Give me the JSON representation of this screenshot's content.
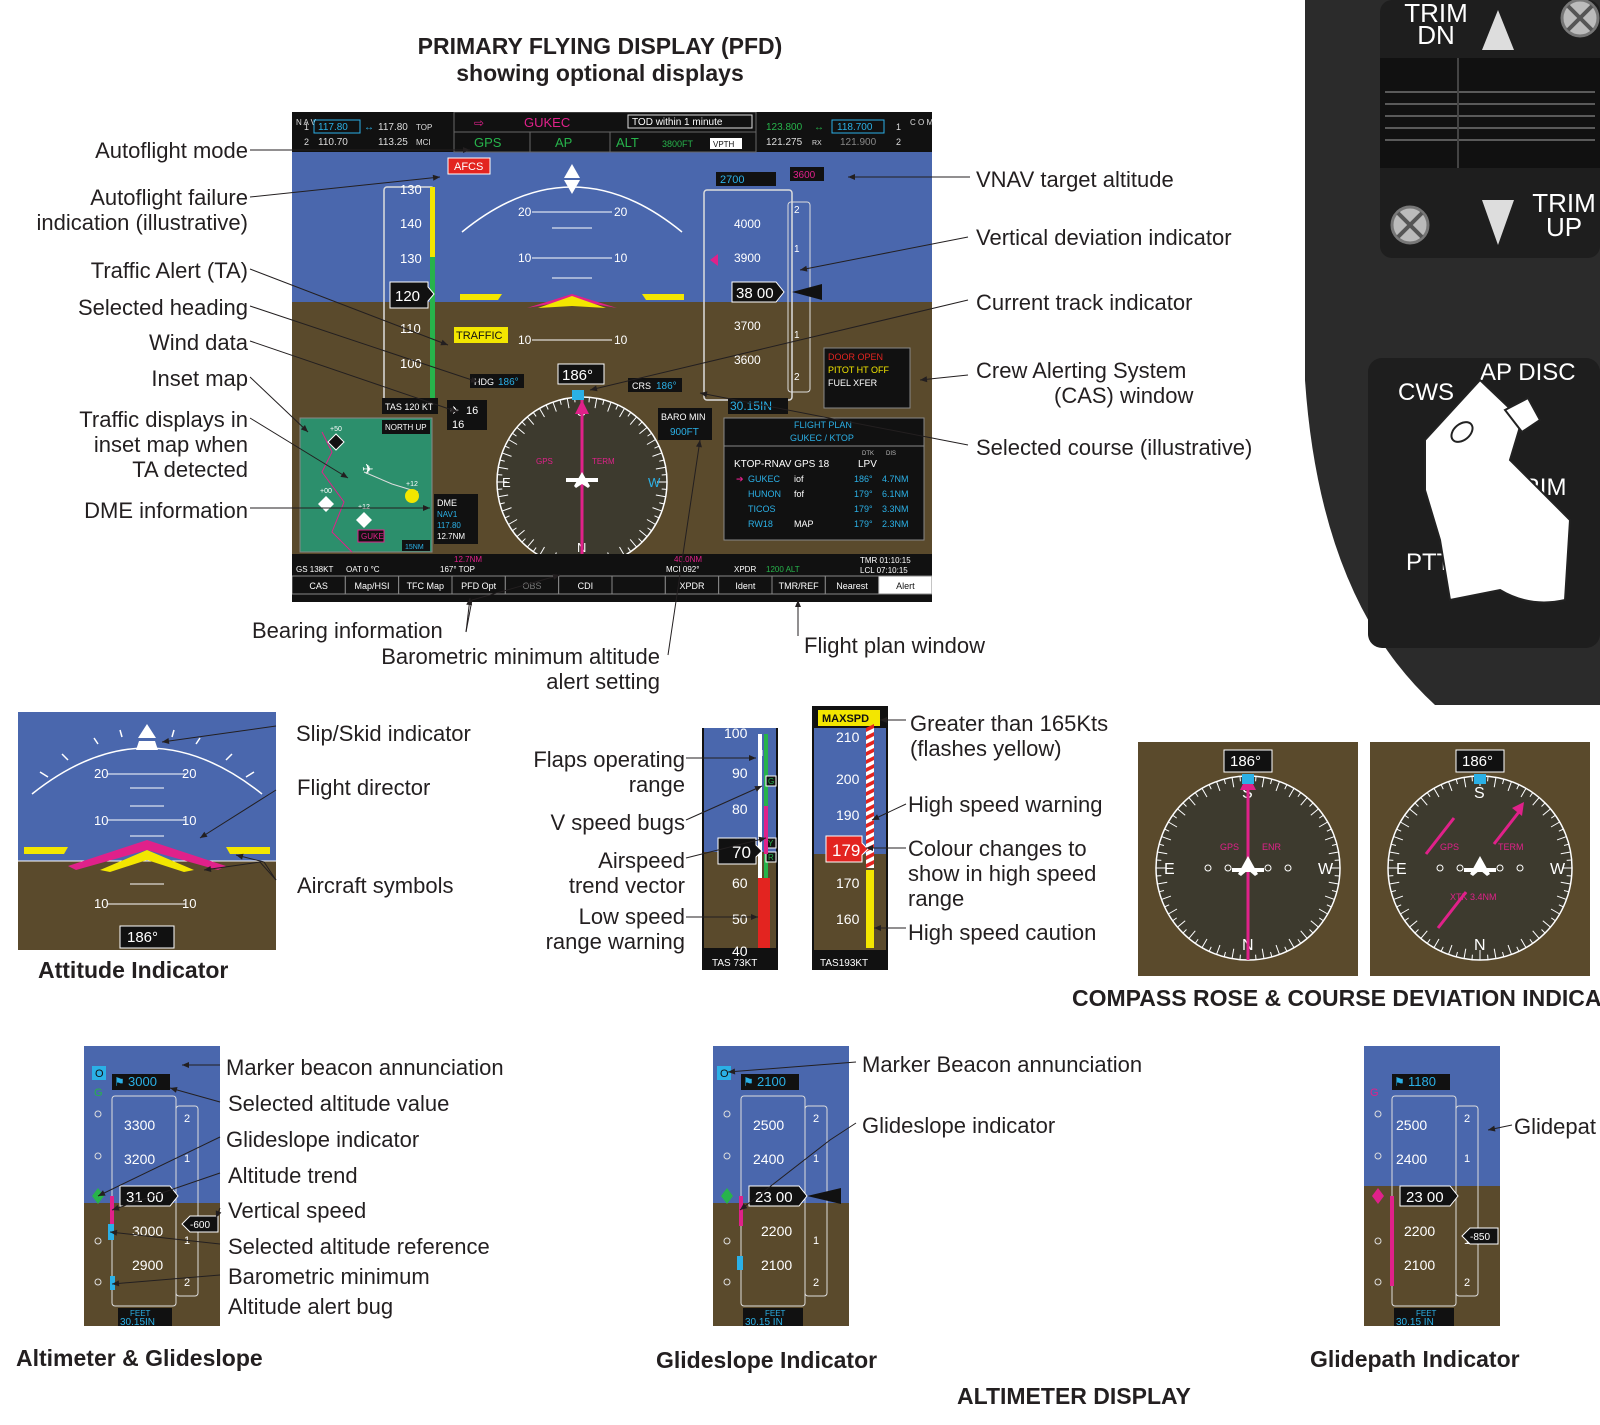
{
  "titles": {
    "pfd_line1": "PRIMARY FLYING DISPLAY (PFD)",
    "pfd_line2": "showing optional displays",
    "attitude": "Attitude Indicator",
    "compass": "COMPASS ROSE & COURSE DEVIATION INDICA",
    "alt_glide": "Altimeter & Glideslope",
    "glideslope": "Glideslope Indicator",
    "glidepath": "Glidepath Indicator",
    "altimeter": "ALTIMETER DISPLAY"
  },
  "pfd_labels_left": [
    "Autoflight mode",
    "Autoflight failure",
    "indication (illustrative)",
    "Traffic Alert (TA)",
    "Selected heading",
    "Wind data",
    "Inset map",
    "Traffic displays in",
    "inset map when",
    "TA detected",
    "DME information"
  ],
  "pfd_labels_right": [
    "VNAV target altitude",
    "Vertical deviation indicator",
    "Current track indicator",
    "Crew Alerting System",
    "(CAS) window",
    "Selected course (illustrative)"
  ],
  "pfd_labels_bottom": [
    "Bearing information",
    "Barometric minimum altitude",
    "alert setting",
    "Flight plan window"
  ],
  "attitude_labels": [
    "Slip/Skid indicator",
    "Flight director",
    "Aircraft symbols"
  ],
  "speed_labels_left": [
    "Flaps operating",
    "range",
    "V speed bugs",
    "Airspeed",
    "trend vector",
    "Low speed",
    "range warning"
  ],
  "speed_labels_right": [
    "Greater than 165Kts",
    "(flashes yellow)",
    "High speed warning",
    "Colour changes to",
    "show in high speed",
    "range",
    "High speed caution"
  ],
  "alt_labels": [
    "Marker beacon annunciation",
    "Selected altitude value",
    "Glideslope indicator",
    "Altitude trend",
    "Vertical speed",
    "Selected altitude reference",
    "Barometric minimum",
    "Altitude alert bug"
  ],
  "gs_labels": [
    "Marker Beacon annunciation",
    "Glideslope indicator"
  ],
  "gp_labels": [
    "Glidepat"
  ],
  "trim_panel": {
    "trim_dn_1": "TRIM",
    "trim_dn_2": "DN",
    "trim_up_1": "TRIM",
    "trim_up_2": "UP",
    "cws": "CWS",
    "ap_disc": "AP DISC",
    "ap_trim": "AP TRIM",
    "ptt": "PTT"
  },
  "pfd": {
    "nav1": "117.80",
    "nav1_sb": "117.80",
    "nav1_id": "TOP",
    "nav2": "110.70",
    "nav2_sb": "113.25",
    "nav2_id": "MCI",
    "nav_label": "N A V",
    "waypoint": "GUKEC",
    "tod": "TOD within 1 minute",
    "mode_lat": "GPS",
    "mode_ap": "AP",
    "mode_vert": "ALT",
    "mode_alt": "3800FT",
    "mode_vpth": "VPTH",
    "com1": "123.800",
    "com1_sb": "118.700",
    "com2": "121.275",
    "com2_rx": "RX",
    "com2_sb": "121.900",
    "com_label": "C O M",
    "afcs": "AFCS",
    "traffic": "TRAFFIC",
    "speed_ticks": [
      "130",
      "140",
      "130",
      "120",
      "110",
      "100"
    ],
    "speed_current": "120",
    "tas": "TAS 120 KT",
    "alt_selected": "2700",
    "alt_vnav": "3600",
    "alt_ticks": [
      "4000",
      "3900",
      "3700",
      "3600"
    ],
    "alt_current": "38 00",
    "baro": "30.15IN",
    "pitch_labels": [
      "20",
      "20",
      "10",
      "10",
      "10",
      "10"
    ],
    "hdg_label": "HDG",
    "hdg_value": "186°",
    "crs_label": "CRS",
    "crs_value": "186°",
    "heading_box": "186°",
    "wind_speed": "16",
    "wind_dir": "16",
    "baro_min_label": "BARO MIN",
    "baro_min_value": "900FT",
    "cas": [
      "DOOR OPEN",
      "PITOT HT OFF",
      "FUEL XFER"
    ],
    "inset_north_up": "NORTH UP",
    "inset_range": "15NM",
    "inset_traffic": [
      "+50",
      "+00",
      "+12",
      "+12"
    ],
    "inset_wpt": "GUKE",
    "dme_title": "DME",
    "dme_nav": "NAV1",
    "dme_freq": "117.80",
    "dme_dist": "12.7NM",
    "fp_title": "FLIGHT PLAN",
    "fp_route": "GUKEC / KTOP",
    "fp_cols": [
      "DTK",
      "DIS"
    ],
    "fp_proc": "KTOP-RNAV GPS 18",
    "fp_lpv": "LPV",
    "fp_rows": [
      {
        "wpt": "GUKEC",
        "type": "iof",
        "dtk": "186°",
        "dis": "4.7NM"
      },
      {
        "wpt": "HUNON",
        "type": "fof",
        "dtk": "179°",
        "dis": "6.1NM"
      },
      {
        "wpt": "TICOS",
        "type": "",
        "dtk": "179°",
        "dis": "3.3NM"
      },
      {
        "wpt": "RW18",
        "type": "MAP",
        "dtk": "179°",
        "dis": "2.3NM"
      }
    ],
    "gs": "GS 138KT",
    "oat": "OAT 0 °C",
    "brg1_dist": "12.7NM",
    "brg1_id": "167° TOP",
    "brg2_dist": "40.0NM",
    "brg2_id": "MCI 092°",
    "xpdr": "XPDR",
    "xpdr_code": "1200 ALT",
    "tmr": "TMR 01:10:15",
    "lcl": "LCL 07:10:15",
    "cdi_gps": "GPS",
    "cdi_term": "TERM",
    "softkeys": [
      "CAS",
      "Map/HSI",
      "TFC Map",
      "PFD Opt",
      "OBS",
      "CDI",
      "",
      "XPDR",
      "Ident",
      "TMR/REF",
      "Nearest",
      "Alert"
    ]
  },
  "attitude": {
    "pitch": [
      "20",
      "20",
      "10",
      "10",
      "10",
      "10"
    ],
    "heading": "186°"
  },
  "speed_tapes": {
    "left_ticks": [
      "100",
      "90",
      "80",
      "70",
      "60",
      "50",
      "40"
    ],
    "left_current": "70",
    "left_tas": "TAS 73KT",
    "right_maxspd": "MAXSPD",
    "right_ticks": [
      "210",
      "200",
      "190",
      "179",
      "170",
      "160"
    ],
    "right_current": "179",
    "right_tas": "TAS193KT",
    "bug_g": "G",
    "bug_y": "Y",
    "bug_r": "R"
  },
  "compass": {
    "hdg1": "186°",
    "hdg2": "186°",
    "gps": "GPS",
    "enr": "ENR",
    "term": "TERM",
    "xtk": "XTK 3.4NM"
  },
  "altimeters": {
    "a_selected": "3000",
    "a_ticks": [
      "3300",
      "3200",
      "3000",
      "2900"
    ],
    "a_current": "31 00",
    "a_vs": "-600",
    "a_baro": "30.15IN",
    "a_feet": "FEET",
    "b_selected": "2100",
    "b_ticks": [
      "2500",
      "2400",
      "2200",
      "2100"
    ],
    "b_current": "23 00",
    "b_baro": "30.15 IN",
    "b_feet": "FEET",
    "c_selected": "1180",
    "c_ticks": [
      "2500",
      "2400",
      "2200",
      "2100"
    ],
    "c_current": "23 00",
    "c_vs": "-850",
    "c_baro": "30.15 IN",
    "c_feet": "FEET",
    "marker": "O",
    "gs_letter": "G",
    "scale_2": "2",
    "scale_1": "1"
  },
  "colors": {
    "sky": "#4a67ad",
    "ground": "#5a4a2c",
    "magenta": "#e0218a",
    "cyan": "#2bb0e6",
    "green": "#27b34b",
    "yellow": "#f3e600",
    "red": "#e32420",
    "panel_dark": "#2b2b2b"
  }
}
